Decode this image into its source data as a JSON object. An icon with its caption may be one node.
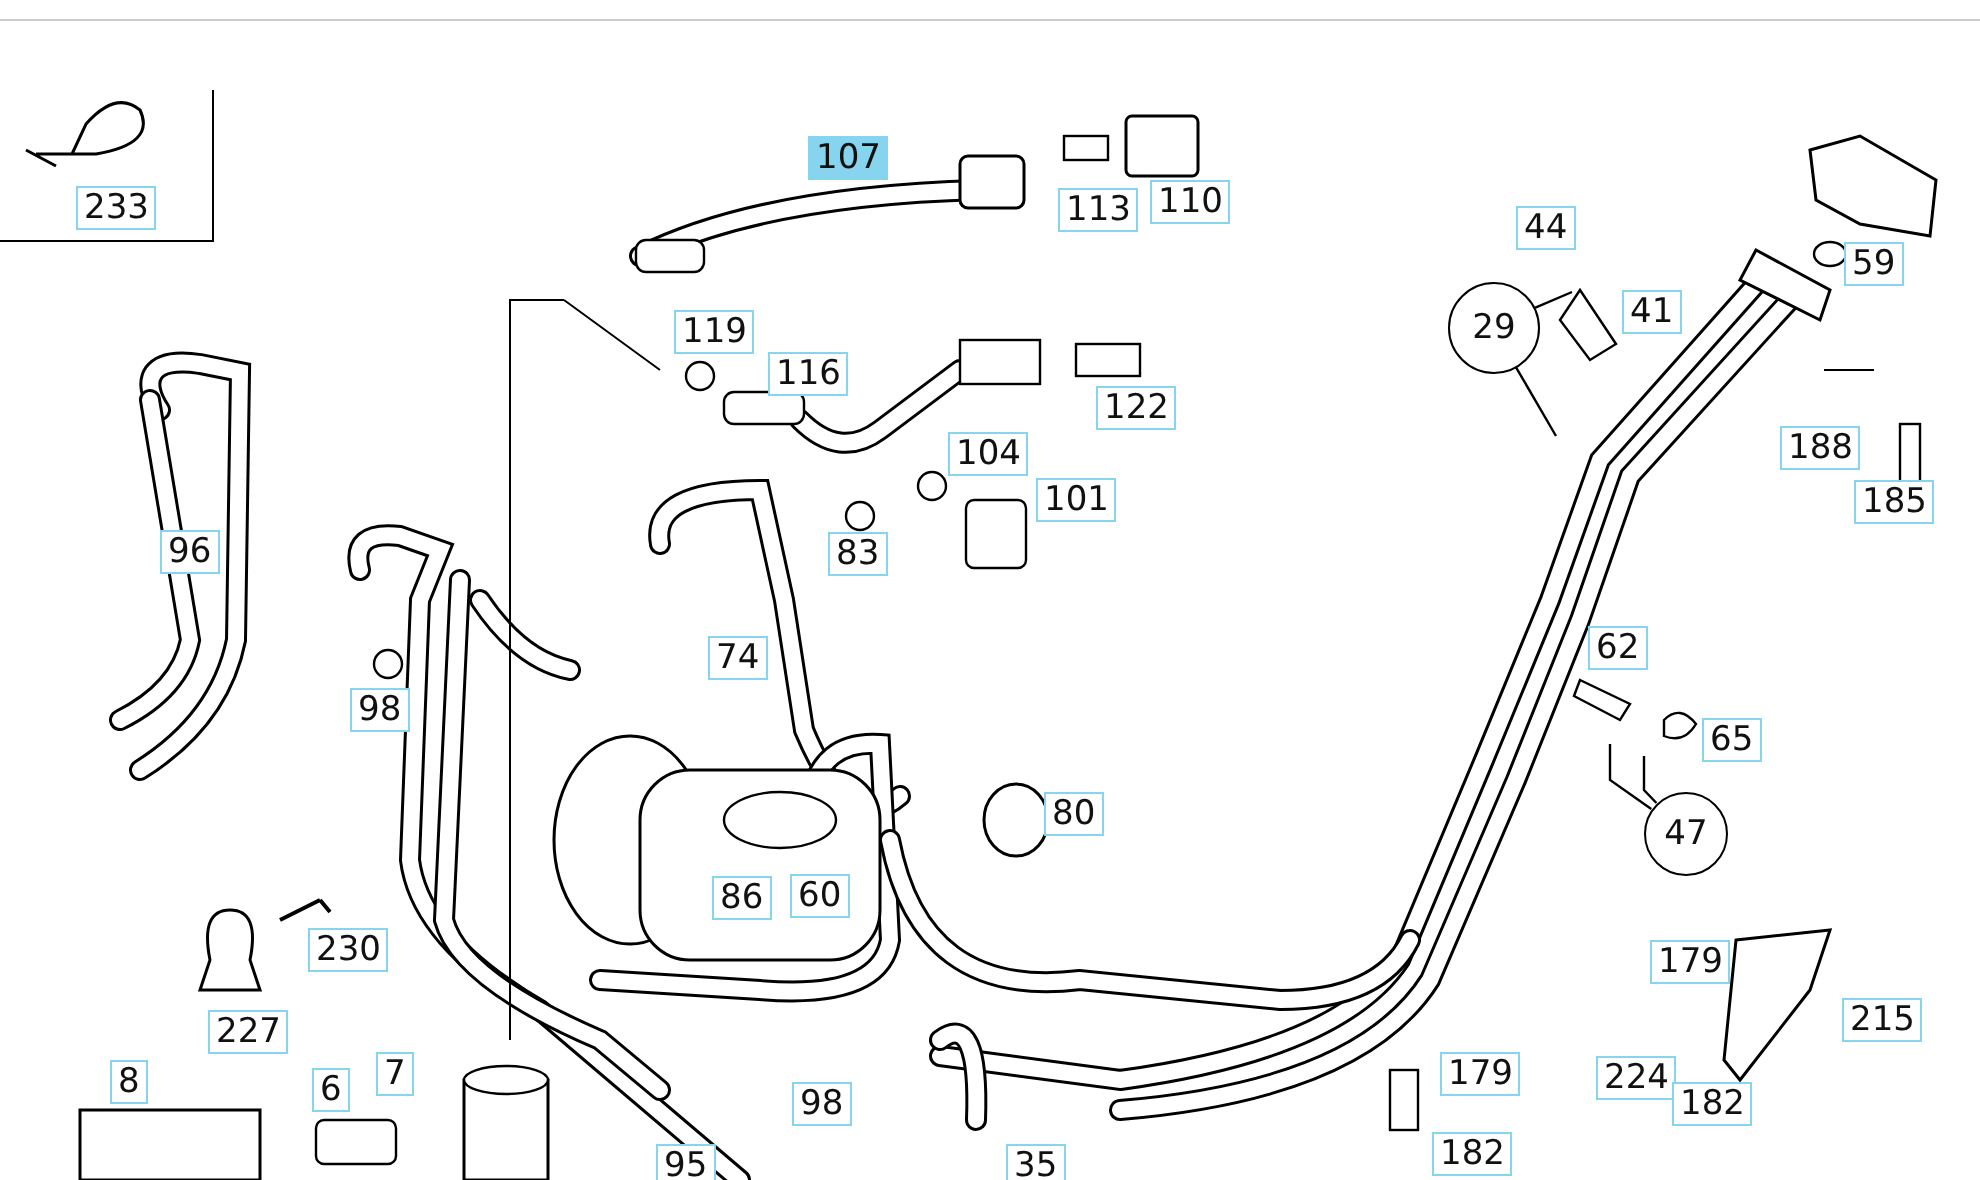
{
  "diagram": {
    "nodes": [
      {
        "text": [
          "233"
        ]
      },
      {
        "text": [
          "29"
        ]
      },
      {
        "text": [
          "47"
        ]
      }
    ],
    "edges": [
      {
        "from": 1,
        "to": null,
        "arrow": "none"
      },
      {
        "from": 1,
        "to": null,
        "arrow": "none"
      },
      {
        "from": 2,
        "to": null,
        "arrow": "none"
      },
      {
        "from": 2,
        "to": null,
        "arrow": "none"
      }
    ],
    "labels": [
      "107",
      "113",
      "110",
      "44",
      "59",
      "119",
      "41",
      "116",
      "122",
      "188",
      "185",
      "104",
      "101",
      "96",
      "83",
      "74",
      "62",
      "98",
      "65",
      "80",
      "86",
      "60",
      "179",
      "230",
      "215",
      "227",
      "8",
      "6",
      "7",
      "98",
      "179",
      "224",
      "182",
      "95",
      "35",
      "182"
    ]
  }
}
